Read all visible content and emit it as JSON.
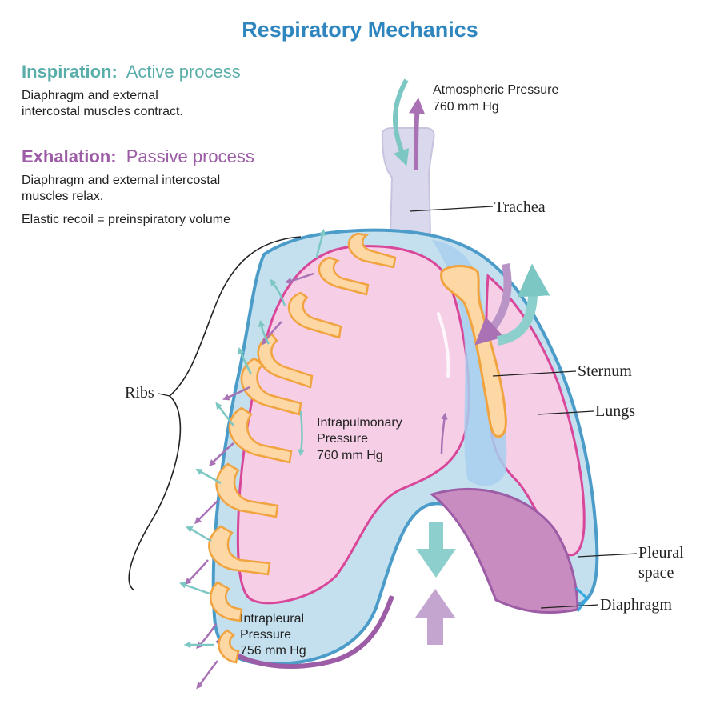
{
  "title": "Respiratory Mechanics",
  "colors": {
    "title": "#2f86bf",
    "inspiration": "#5aaeaa",
    "exhalation": "#9c5ca6",
    "lung_fill": "#f6cfe6",
    "lung_outline": "#d8479a",
    "pleura_fill": "#c4e0ee",
    "pleura_outline": "#4c9cc9",
    "rib": "#fdd7a4",
    "rib_outline": "#f1a340",
    "diaphragm": "#c98cc0",
    "trachea": "#dad8ec",
    "arrow_teal": "#8ccfcc",
    "arrow_purple": "#b995c7"
  },
  "inspiration": {
    "heading": "Inspiration:",
    "subheading": "Active process",
    "line1": "Diaphragm and external",
    "line2": "intercostal muscles contract."
  },
  "exhalation": {
    "heading": "Exhalation:",
    "subheading": "Passive process",
    "line1": "Diaphragm and external intercostal",
    "line2": "muscles relax.",
    "line3": "Elastic recoil = preinspiratory volume"
  },
  "atmospheric": {
    "line1": "Atmospheric Pressure",
    "line2": "760 mm Hg"
  },
  "intrapulmonary": {
    "line1": "Intrapulmonary",
    "line2": "Pressure",
    "line3": "760 mm Hg"
  },
  "intrapleural": {
    "line1": "Intrapleural",
    "line2": "Pressure",
    "line3": "756 mm Hg"
  },
  "labels": {
    "trachea": "Trachea",
    "sternum": "Sternum",
    "lungs": "Lungs",
    "pleural_line1": "Pleural",
    "pleural_line2": "space",
    "diaphragm": "Diaphragm",
    "ribs": "Ribs"
  }
}
